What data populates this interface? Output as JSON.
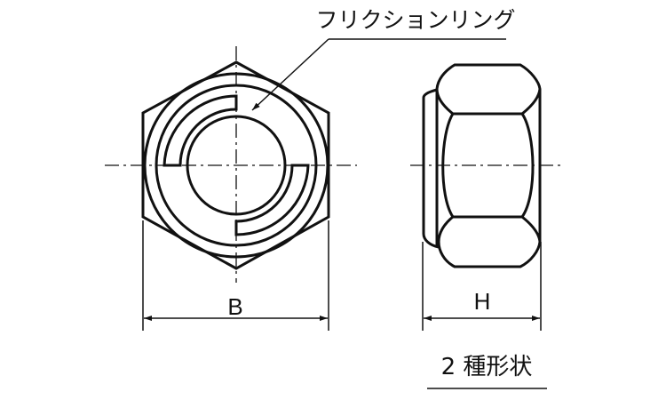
{
  "diagram": {
    "callout_label": "フリクションリング",
    "dimension_b_label": "B",
    "dimension_h_label": "H",
    "caption": "2 種形状",
    "colors": {
      "line": "#111111",
      "background": "#ffffff"
    },
    "views": [
      {
        "name": "front-view",
        "description": "hex nut front view with friction ring"
      },
      {
        "name": "side-view",
        "description": "hex nut side view with nylon insert"
      }
    ]
  }
}
